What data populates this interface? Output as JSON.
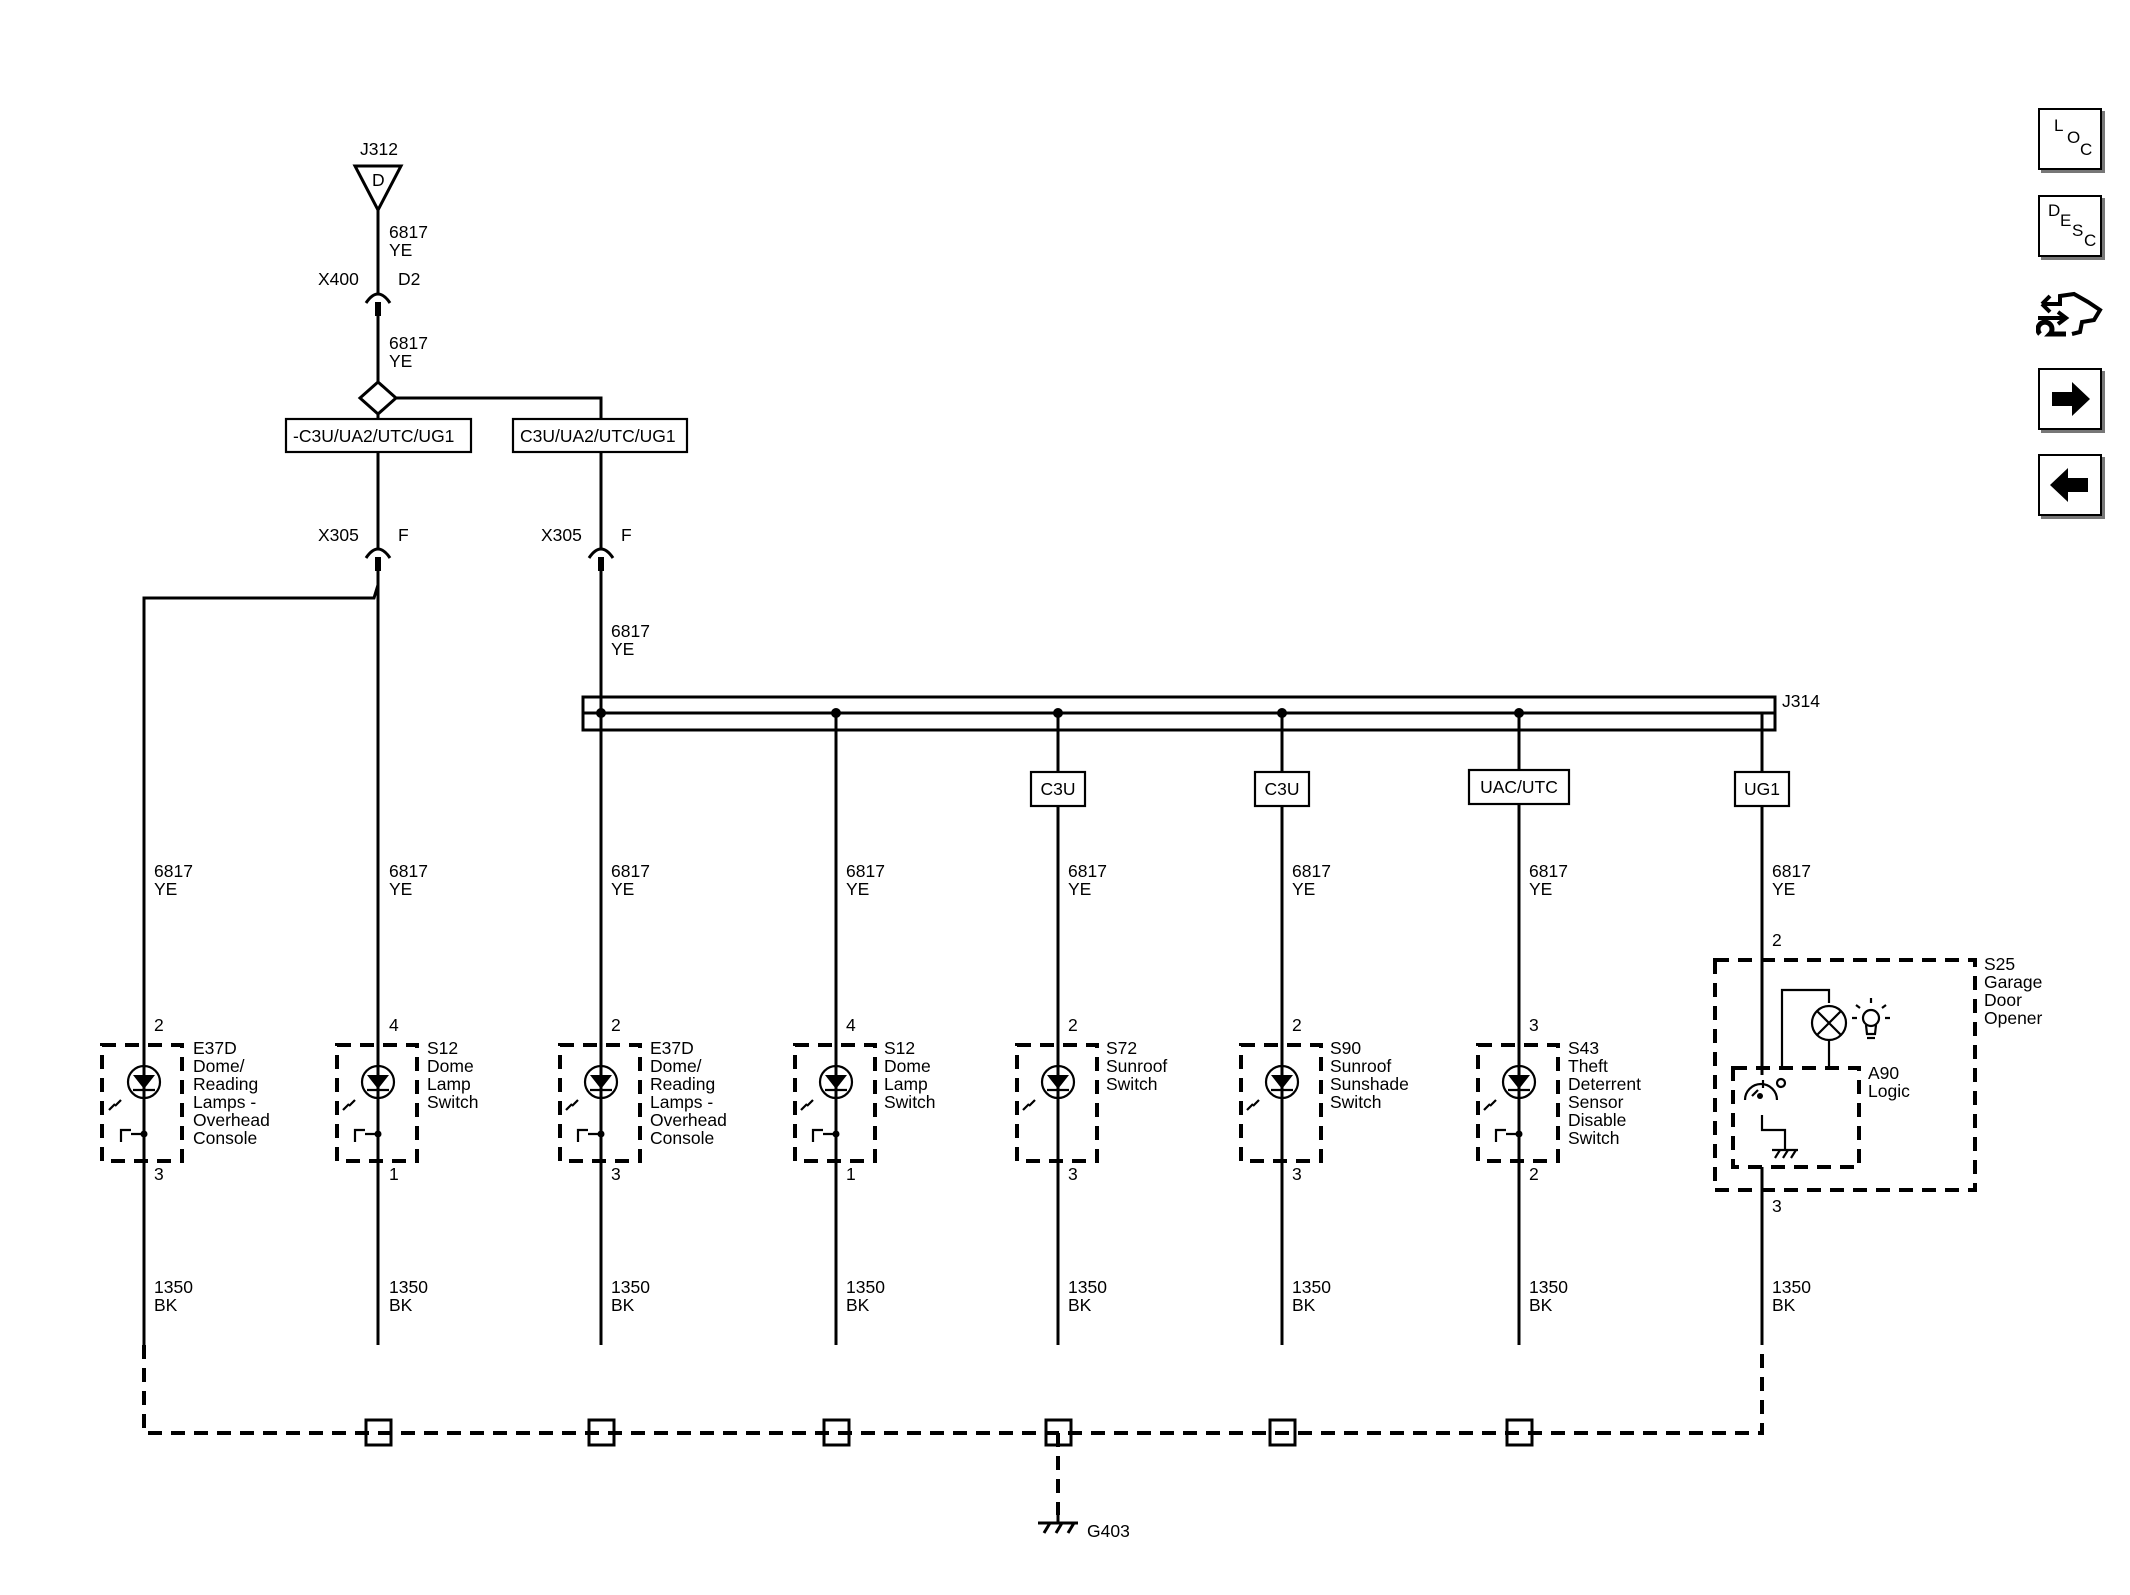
{
  "top": {
    "j312": "J312",
    "j312_letter": "D",
    "x400": "X400",
    "d2": "D2",
    "wire_num": "6817",
    "wire_color": "YE",
    "option_left": "-C3U/UA2/UTC/UG1",
    "option_right": "C3U/UA2/UTC/UG1",
    "x305": "X305",
    "f": "F",
    "j314": "J314"
  },
  "branch_options": [
    "C3U",
    "C3U",
    "UAC/UTC",
    "UG1"
  ],
  "components": [
    {
      "pin_top": "2",
      "pin_bottom": "3",
      "name": [
        "E37D",
        "Dome/",
        "Reading",
        "Lamps -",
        "Overhead",
        "Console"
      ]
    },
    {
      "pin_top": "4",
      "pin_bottom": "1",
      "name": [
        "S12",
        "Dome",
        "Lamp",
        "Switch"
      ]
    },
    {
      "pin_top": "2",
      "pin_bottom": "3",
      "name": [
        "E37D",
        "Dome/",
        "Reading",
        "Lamps -",
        "Overhead",
        "Console"
      ]
    },
    {
      "pin_top": "4",
      "pin_bottom": "1",
      "name": [
        "S12",
        "Dome",
        "Lamp",
        "Switch"
      ]
    },
    {
      "pin_top": "2",
      "pin_bottom": "3",
      "name": [
        "S72",
        "Sunroof",
        "Switch"
      ]
    },
    {
      "pin_top": "2",
      "pin_bottom": "3",
      "name": [
        "S90",
        "Sunroof",
        "Sunshade",
        "Switch"
      ]
    },
    {
      "pin_top": "3",
      "pin_bottom": "2",
      "name": [
        "S43",
        "Theft",
        "Deterrent",
        "Sensor",
        "Disable",
        "Switch"
      ]
    }
  ],
  "garage": {
    "pin_top": "2",
    "pin_bottom": "3",
    "name": [
      "S25",
      "Garage",
      "Door",
      "Opener"
    ],
    "logic": [
      "A90",
      "Logic"
    ]
  },
  "ground_wire": {
    "num": "1350",
    "color": "BK"
  },
  "ground": "G403",
  "side_buttons": {
    "loc": [
      "L",
      "O",
      "C"
    ],
    "desc": [
      "D",
      "E",
      "S",
      "C"
    ]
  }
}
